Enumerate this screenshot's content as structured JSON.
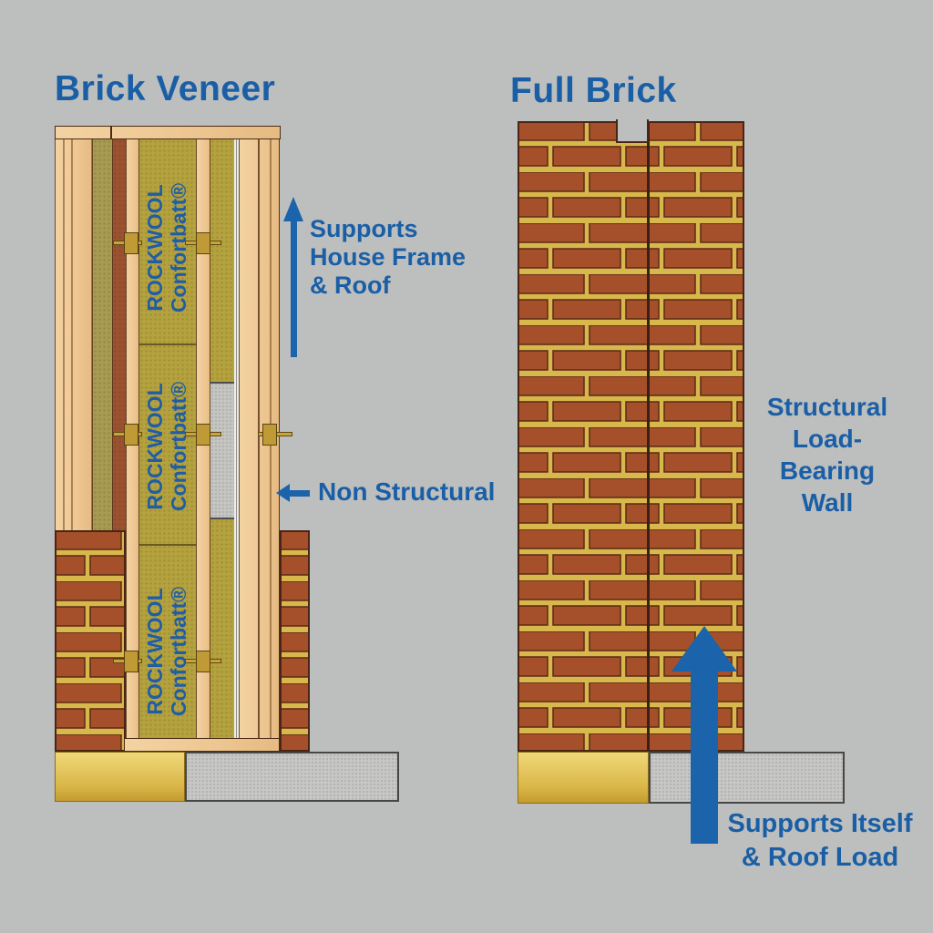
{
  "left": {
    "title": "Brick Veneer",
    "supports_lines": [
      "Supports",
      "House Frame",
      "& Roof"
    ],
    "non_structural_label": "Non Structural",
    "insulation_lines": [
      "ROCKWOOL",
      "Confortbatt®"
    ]
  },
  "right": {
    "title": "Full Brick",
    "structural_lines": [
      "Structural",
      "Load-Bearing",
      "Wall"
    ],
    "supports_lines": [
      "Supports Itself",
      "& Roof Load"
    ]
  },
  "colors": {
    "background": "#bdbebe",
    "label_blue": "#1a5fa6",
    "brick": "#a5502a",
    "mortar": "#d8b74c",
    "wood": "#eec793",
    "insulation_yellow": "#b4a23f",
    "sheathing_olive": "#a79b51",
    "sheathing_brown": "#9b5231",
    "gold_footing": "#e7cb62",
    "concrete": "#c7c7c5"
  }
}
